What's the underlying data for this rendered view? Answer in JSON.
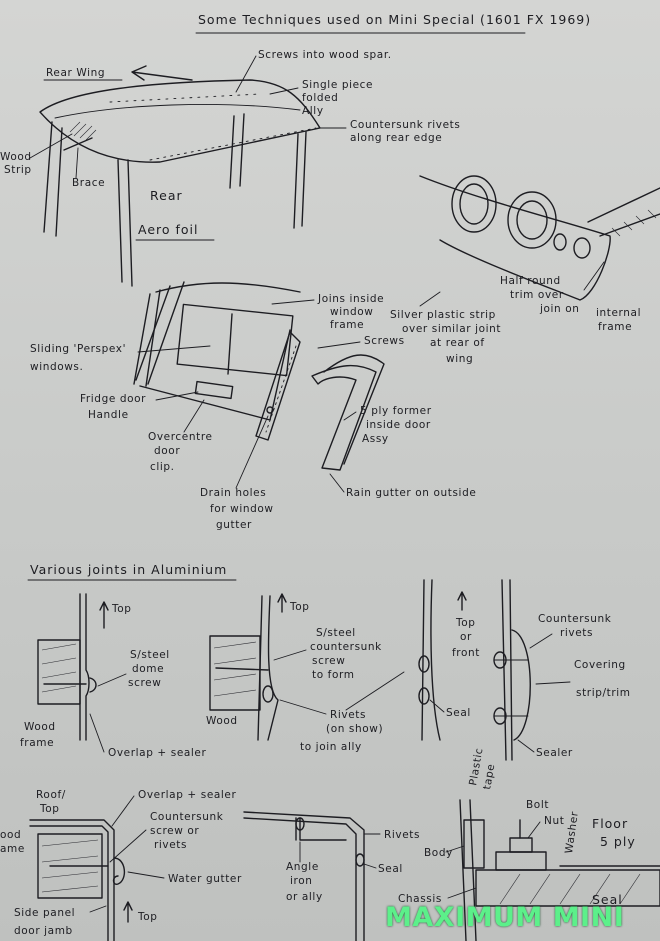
{
  "title": "Some Techniques used on Mini Special (1601 FX 1969)",
  "rear_wing": {
    "heading": "Rear Wing",
    "screws": "Screws into wood spar.",
    "single_piece": [
      "Single piece",
      "folded",
      "Ally"
    ],
    "countersunk": [
      "Countersunk rivets",
      "along rear edge"
    ],
    "wood_strip": [
      "Wood",
      "Strip"
    ],
    "brace": "Brace",
    "aerofoil": [
      "Rear",
      "Aero foil"
    ]
  },
  "dash": {
    "half_round": [
      "Half round",
      "trim over",
      "join on",
      "internal",
      "frame"
    ],
    "silver_strip": [
      "Silver plastic strip",
      "over similar joint",
      "at rear of",
      "wing"
    ]
  },
  "door": {
    "joins": [
      "Joins inside",
      "window",
      "frame"
    ],
    "screws": "Screws",
    "sliding": [
      "Sliding 'Perspex'",
      "windows."
    ],
    "fridge": [
      "Fridge door",
      "Handle"
    ],
    "overcentre": [
      "Overcentre",
      "door",
      "clip."
    ],
    "five_ply": [
      "5 ply former",
      "inside door",
      "Assy"
    ],
    "drain": [
      "Drain holes",
      "for window",
      "gutter"
    ],
    "rain_gutter": "Rain gutter on outside"
  },
  "joints": {
    "heading": "Various joints in Aluminium",
    "top": "Top",
    "dome_screw": [
      "S/steel",
      "dome",
      "screw"
    ],
    "wood_frame": [
      "Wood",
      "frame"
    ],
    "overlap_sealer": "Overlap + sealer",
    "countersunk_screw": [
      "S/steel",
      "countersunk",
      "screw",
      "to form"
    ],
    "wood": "Wood",
    "rivets_show": [
      "Rivets",
      "(on show)",
      "to join ally"
    ],
    "top_front": [
      "Top",
      "or",
      "front"
    ],
    "seal": "Seal",
    "countersunk_rivets": [
      "Countersunk",
      "rivets"
    ],
    "covering": [
      "Covering",
      "strip/trim"
    ],
    "sealer": "Sealer"
  },
  "bottom": {
    "roof_top": [
      "Roof/",
      "Top"
    ],
    "overlap_sealer": "Overlap + sealer",
    "cs_screw": [
      "Countersunk",
      "screw or",
      "rivets"
    ],
    "wood_frame": [
      "ood",
      "ame"
    ],
    "water_gutter": "Water gutter",
    "side_panel": [
      "Side panel",
      "door jamb"
    ],
    "top": "Top",
    "angle_iron": [
      "Angle",
      "iron",
      "or ally"
    ],
    "rivets": "Rivets",
    "seal": "Seal",
    "plastic_tape": [
      "Plastic",
      "tape"
    ],
    "body": "Body",
    "chassis": "Chassis",
    "bolt": "Bolt",
    "nut": "Nut",
    "washer": "Washer",
    "floor": [
      "Floor",
      "5 ply"
    ],
    "seal2": "Seal"
  },
  "watermark": "MAXIMUM MINI"
}
